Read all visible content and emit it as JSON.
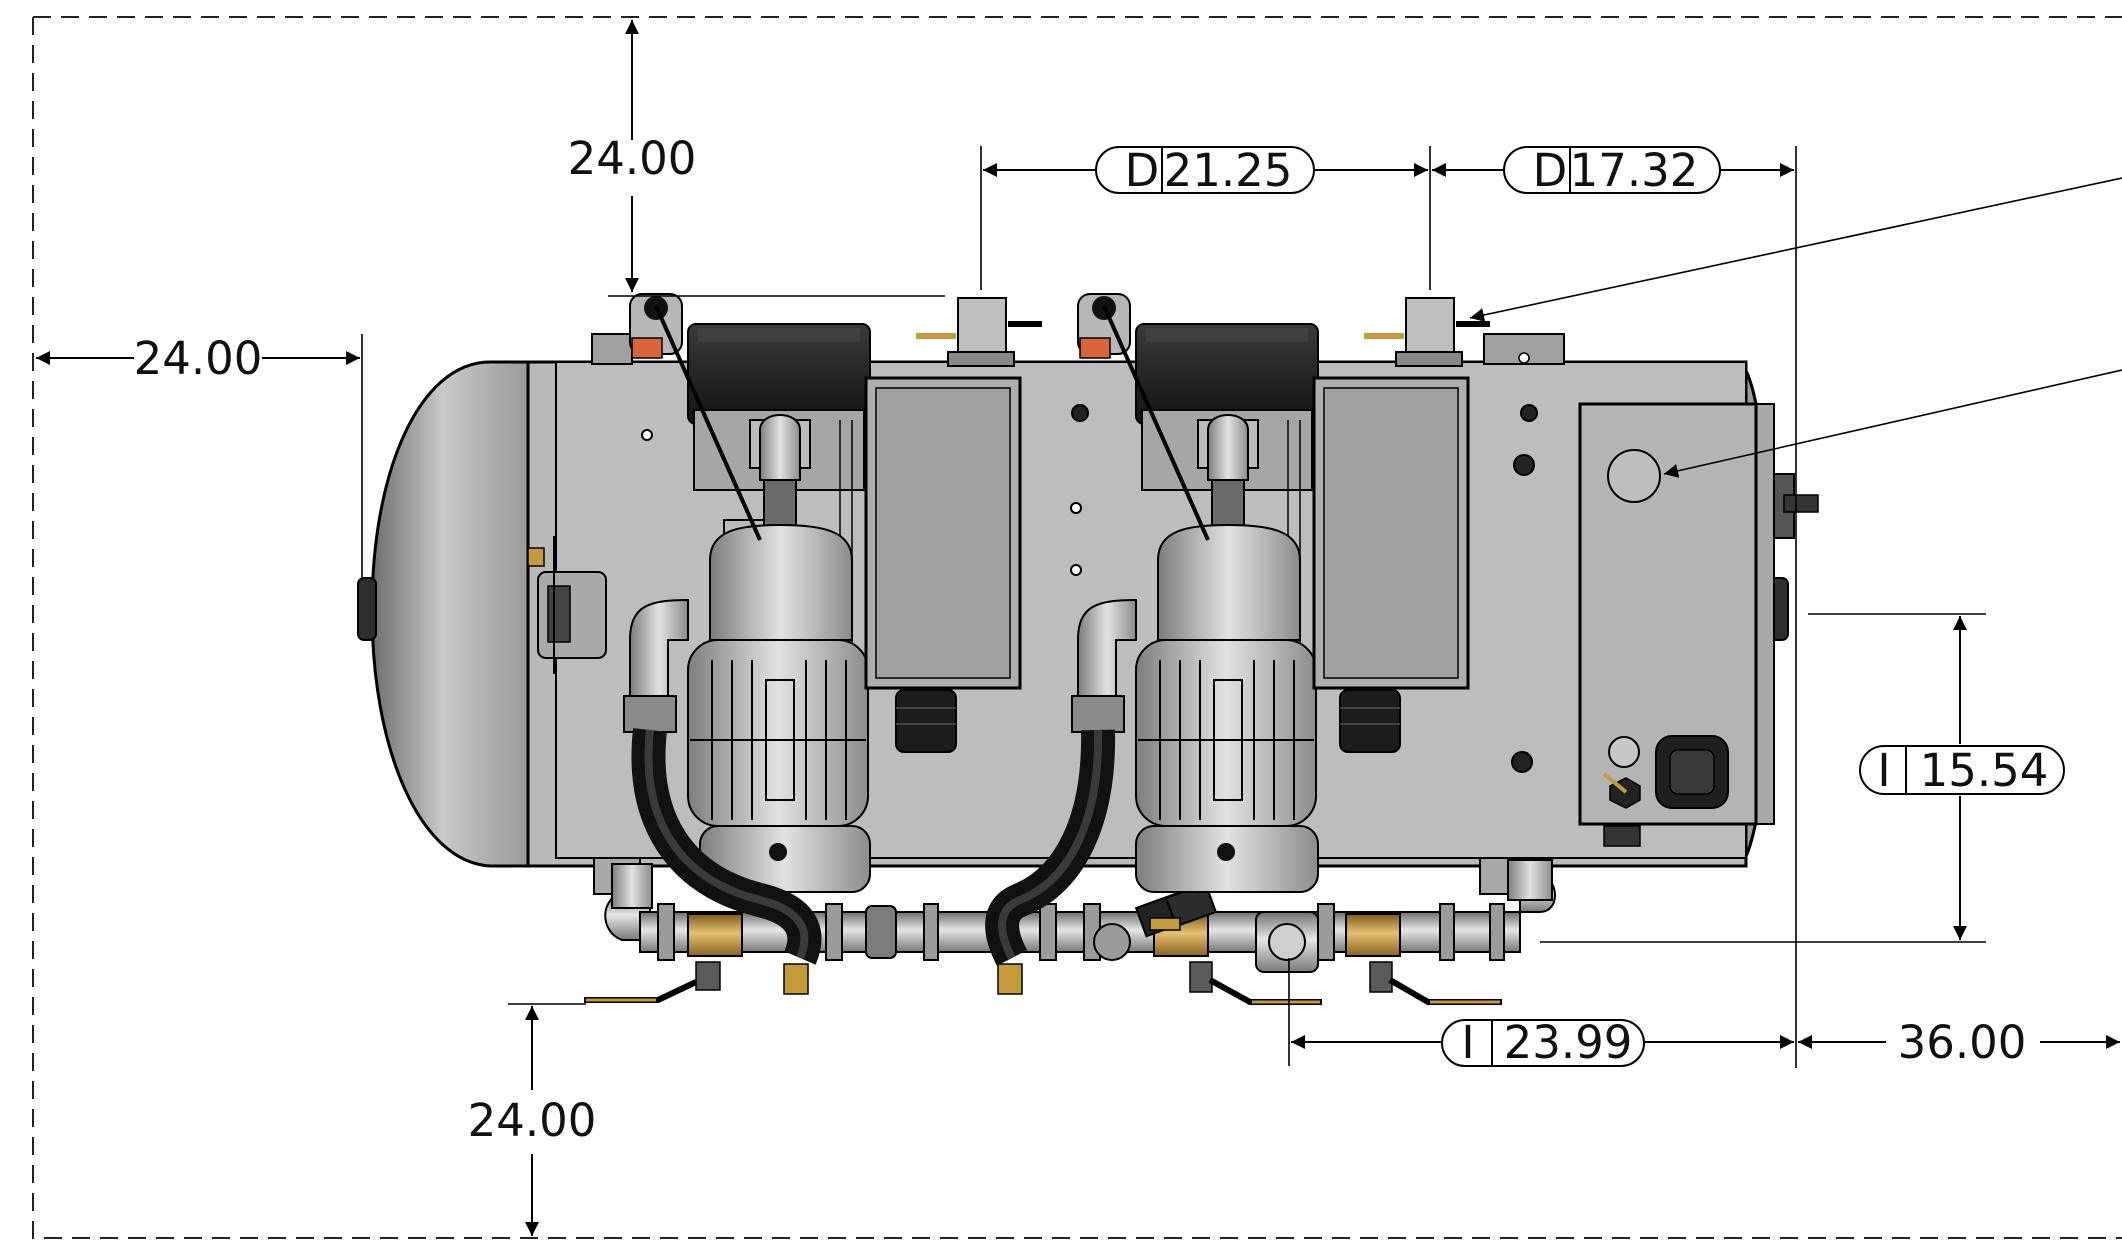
{
  "drawing": {
    "dimensions": {
      "top_clearance": "24.00",
      "left_clearance": "24.00",
      "bottom_clearance": "24.00",
      "right_clearance": "36.00",
      "spacing_a": {
        "tag": "D",
        "value": "21.25"
      },
      "spacing_b": {
        "tag": "D",
        "value": "17.32"
      },
      "height_ref": {
        "tag": "I",
        "value": "15.54"
      },
      "width_ref": {
        "tag": "I",
        "value": "23.99"
      }
    },
    "colors": {
      "steel": "#b9b9b9",
      "dark": "#1f1f1f",
      "brass": "#c49a3a",
      "warning_label": "#d9663a"
    }
  }
}
